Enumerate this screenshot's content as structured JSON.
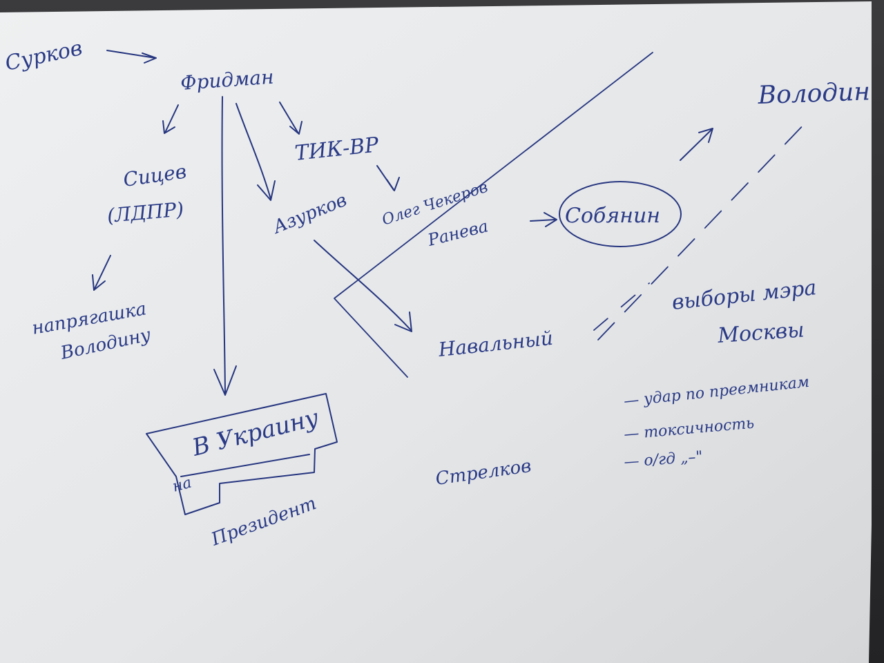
{
  "diagram": {
    "nodes": {
      "surkov": "Сурков",
      "fridman": "Фридман",
      "sitsev": "Сицев",
      "lnr": "(ЛДПР)",
      "napravshik_line1": "напрягашка",
      "napravshik_line2": "Володину",
      "tik": "ТИК-ВР",
      "azurkov": "Азурков",
      "oleg_line1": "Олег Чекеров",
      "oleg_line2": "Ранева",
      "sobyanin": "Собянин",
      "volodin": "Володин",
      "navalny": "Навальный",
      "vybory_line1": "выборы мэра",
      "vybory_line2": "Москвы",
      "ukraine_box": "В Украину",
      "na_label": "на",
      "president": "Президент",
      "strelkov": "Стрелков",
      "bullet1": "— удар по преемникам",
      "bullet2": "— токсичность",
      "bullet3": "— о/гд „–\""
    }
  }
}
